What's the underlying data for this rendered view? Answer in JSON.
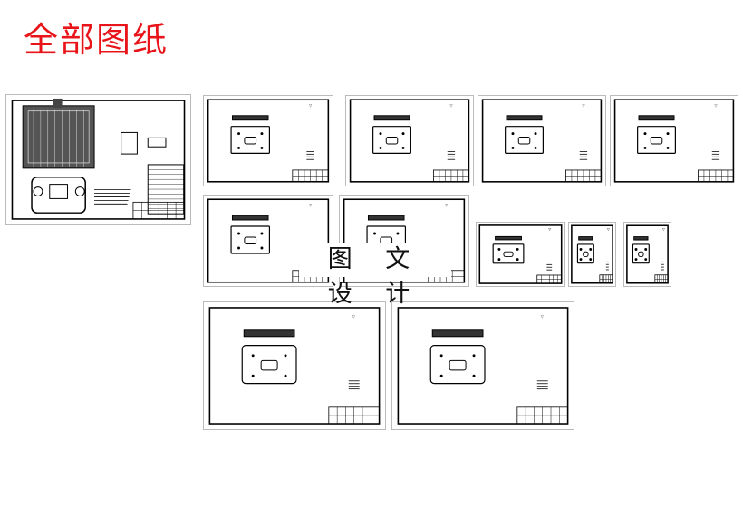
{
  "header": {
    "title": "全部图纸"
  },
  "watermark": {
    "text": "图 文 设 计"
  },
  "colors": {
    "title": "#e8141a",
    "lines": "#000000"
  },
  "sheets": [
    {
      "kind": "assembly"
    },
    {
      "kind": "plate"
    },
    {
      "kind": "plate"
    },
    {
      "kind": "plate"
    },
    {
      "kind": "plate"
    },
    {
      "kind": "plate"
    },
    {
      "kind": "plate"
    },
    {
      "kind": "small"
    },
    {
      "kind": "small"
    },
    {
      "kind": "small"
    },
    {
      "kind": "large"
    },
    {
      "kind": "large"
    }
  ]
}
